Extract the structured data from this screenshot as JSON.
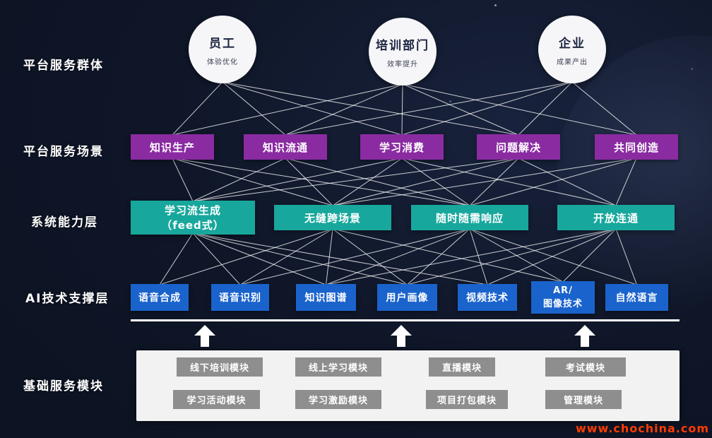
{
  "layers": [
    {
      "label": "平台服务群体"
    },
    {
      "label": "平台服务场景"
    },
    {
      "label": "系统能力层"
    },
    {
      "label": "AI技术支撑层"
    },
    {
      "label": "基础服务模块"
    }
  ],
  "groups": [
    {
      "id": "c0",
      "title": "员工",
      "subtitle": "体验优化"
    },
    {
      "id": "c1",
      "title": "培训部门",
      "subtitle": "效率提升"
    },
    {
      "id": "c2",
      "title": "企业",
      "subtitle": "成果产出"
    }
  ],
  "scenarios": [
    {
      "id": "p0",
      "label": "知识生产"
    },
    {
      "id": "p1",
      "label": "知识流通"
    },
    {
      "id": "p2",
      "label": "学习消费"
    },
    {
      "id": "p3",
      "label": "问题解决"
    },
    {
      "id": "p4",
      "label": "共同创造"
    }
  ],
  "capabilities": [
    {
      "id": "t0",
      "label": "学习流生成\n（feed式）"
    },
    {
      "id": "t1",
      "label": "无缝跨场景"
    },
    {
      "id": "t2",
      "label": "随时随需响应"
    },
    {
      "id": "t3",
      "label": "开放连通"
    }
  ],
  "ai_layer": [
    {
      "id": "a0",
      "label": "语音合成"
    },
    {
      "id": "a1",
      "label": "语音识别"
    },
    {
      "id": "a2",
      "label": "知识图谱"
    },
    {
      "id": "a3",
      "label": "用户画像"
    },
    {
      "id": "a4",
      "label": "视频技术"
    },
    {
      "id": "a5",
      "label": "AR/\n图像技术"
    },
    {
      "id": "a6",
      "label": "自然语言"
    }
  ],
  "modules": {
    "rows": [
      [
        "线下培训模块",
        "线上学习模块",
        "直播模块",
        "考试模块"
      ],
      [
        "学习活动模块",
        "学习激励模块",
        "项目打包模块",
        "管理模块"
      ]
    ]
  },
  "edges": [
    [
      "c0",
      "p0"
    ],
    [
      "c0",
      "p1"
    ],
    [
      "c0",
      "p2"
    ],
    [
      "c0",
      "p3"
    ],
    [
      "c1",
      "p0"
    ],
    [
      "c1",
      "p1"
    ],
    [
      "c1",
      "p2"
    ],
    [
      "c1",
      "p3"
    ],
    [
      "c1",
      "p4"
    ],
    [
      "c2",
      "p1"
    ],
    [
      "c2",
      "p2"
    ],
    [
      "c2",
      "p3"
    ],
    [
      "c2",
      "p4"
    ],
    [
      "p0",
      "t0"
    ],
    [
      "p0",
      "t1"
    ],
    [
      "p0",
      "t2"
    ],
    [
      "p1",
      "t0"
    ],
    [
      "p1",
      "t1"
    ],
    [
      "p1",
      "t2"
    ],
    [
      "p2",
      "t0"
    ],
    [
      "p2",
      "t1"
    ],
    [
      "p2",
      "t2"
    ],
    [
      "p2",
      "t3"
    ],
    [
      "p3",
      "t0"
    ],
    [
      "p3",
      "t1"
    ],
    [
      "p3",
      "t2"
    ],
    [
      "p3",
      "t3"
    ],
    [
      "p4",
      "t1"
    ],
    [
      "p4",
      "t2"
    ],
    [
      "p4",
      "t3"
    ],
    [
      "t0",
      "a0"
    ],
    [
      "t0",
      "a1"
    ],
    [
      "t0",
      "a2"
    ],
    [
      "t0",
      "a3"
    ],
    [
      "t0",
      "a4"
    ],
    [
      "t1",
      "a0"
    ],
    [
      "t1",
      "a1"
    ],
    [
      "t1",
      "a2"
    ],
    [
      "t1",
      "a3"
    ],
    [
      "t1",
      "a5"
    ],
    [
      "t2",
      "a1"
    ],
    [
      "t2",
      "a2"
    ],
    [
      "t2",
      "a3"
    ],
    [
      "t2",
      "a4"
    ],
    [
      "t2",
      "a5"
    ],
    [
      "t2",
      "a6"
    ],
    [
      "t3",
      "a2"
    ],
    [
      "t3",
      "a3"
    ],
    [
      "t3",
      "a4"
    ],
    [
      "t3",
      "a5"
    ],
    [
      "t3",
      "a6"
    ]
  ],
  "icons": {
    "up_arrow": "▲"
  },
  "colors": {
    "background": "#0f1628",
    "scenario": "#8a2ba2",
    "capability": "#18a79c",
    "ai": "#1a63cc",
    "module": "#8e8e8e",
    "line": "#ffffff",
    "watermark": "#ff3c00"
  },
  "watermark": "www.chochina.com"
}
